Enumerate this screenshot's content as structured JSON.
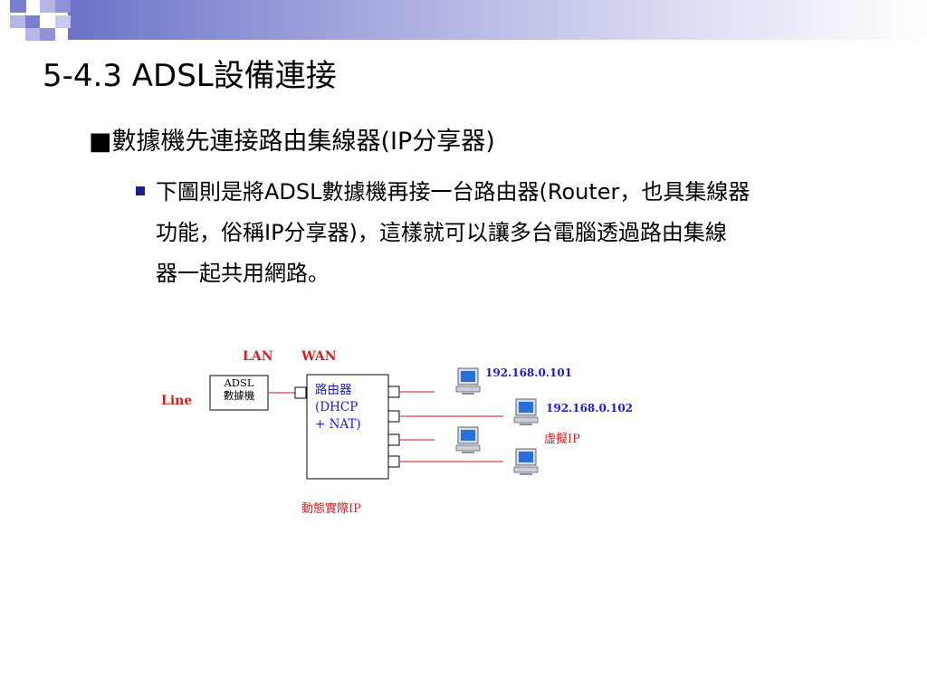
{
  "slide": {
    "title": "5-4.3  ADSL設備連接",
    "heading": "■數據機先連接路由集線器(IP分享器)",
    "paragraph_lines": [
      "下圖則是將ADSL數據機再接一台路由器(Router，也具集線器",
      "功能，俗稱IP分享器)，這樣就可以讓多台電腦透過路由集線",
      "器一起共用網路。"
    ]
  },
  "diagram": {
    "lan_label": "LAN",
    "wan_label": "WAN",
    "line_label": "Line",
    "modem_label": [
      "ADSL",
      "數據機"
    ],
    "router_label": [
      "路由器",
      "(DHCP",
      "+ NAT)"
    ],
    "ip1": "192.168.0.101",
    "ip2": "192.168.0.102",
    "virtual_ip_label": "虛擬IP",
    "dynamic_ip_label": "動態實際IP",
    "colors": {
      "red": "#d42020",
      "blue": "#1a1ad0",
      "line": "#e04040"
    }
  }
}
